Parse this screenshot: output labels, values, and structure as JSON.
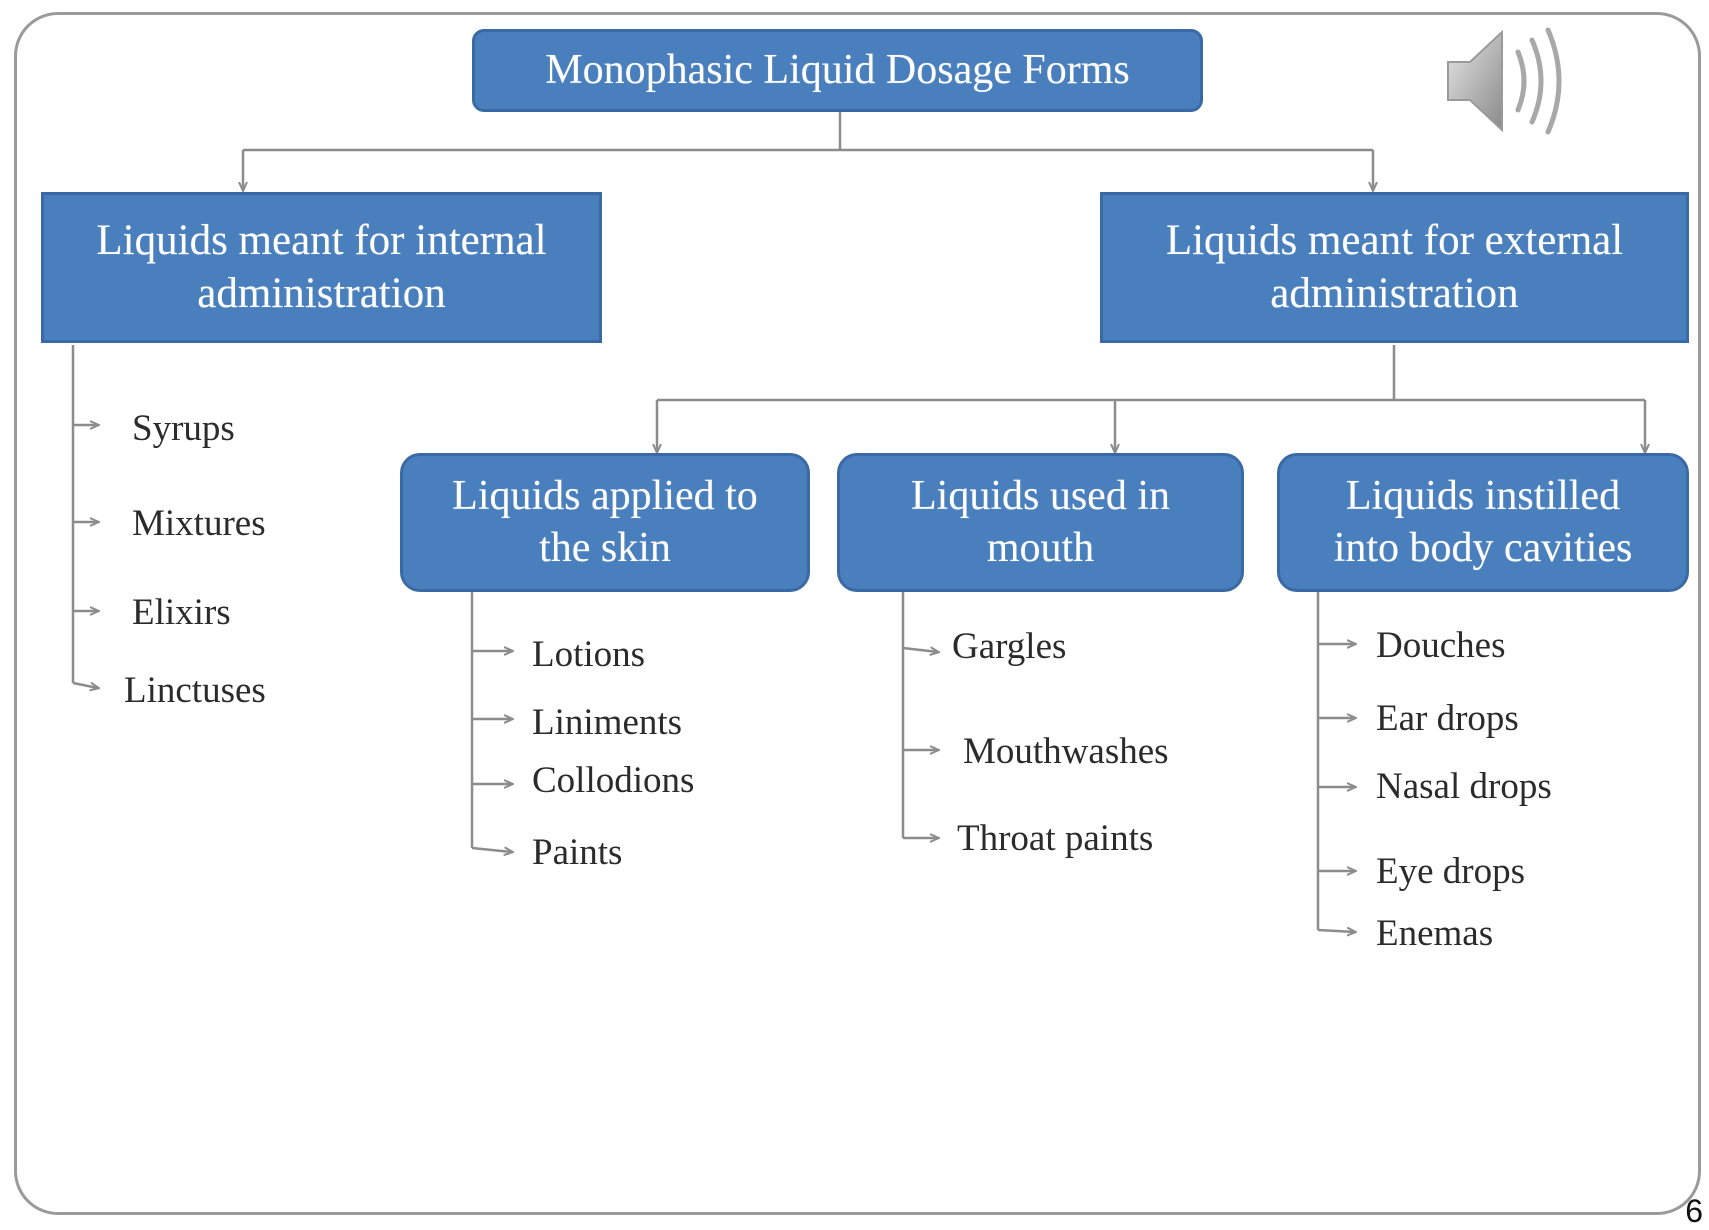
{
  "diagram": {
    "title": "Monophasic Liquid Dosage Forms",
    "internal": {
      "label_line1": "Liquids meant for internal",
      "label_line2": "administration",
      "items": [
        "Syrups",
        "Mixtures",
        "Elixirs",
        "Linctuses"
      ]
    },
    "external": {
      "label_line1": "Liquids meant for external",
      "label_line2": "administration"
    },
    "skin": {
      "label_line1": "Liquids applied to",
      "label_line2": "the skin",
      "items": [
        "Lotions",
        "Liniments",
        "Collodions",
        "Paints"
      ]
    },
    "mouth": {
      "label_line1": "Liquids used in",
      "label_line2": "mouth",
      "items": [
        "Gargles",
        "Mouthwashes",
        "Throat paints"
      ]
    },
    "cavities": {
      "label_line1": "Liquids instilled",
      "label_line2": "into body cavities",
      "items": [
        "Douches",
        "Ear drops",
        "Nasal drops",
        "Eye drops",
        "Enemas"
      ]
    }
  },
  "slide_number": "6",
  "colors": {
    "box_fill": "#4a7fbd",
    "box_border": "#3a6aa5",
    "connector": "#8c8c8c",
    "text_dark": "#2b2b2b"
  },
  "icons": {
    "audio": "speaker-icon"
  }
}
